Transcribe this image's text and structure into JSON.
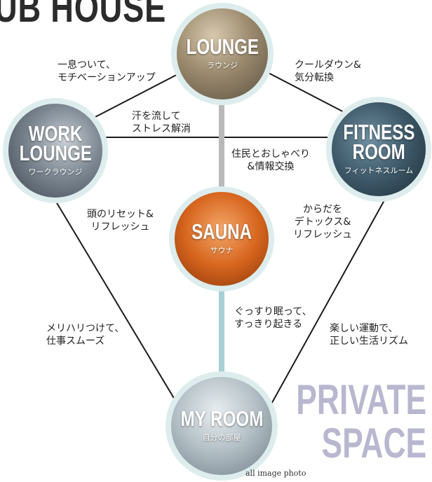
{
  "heading": "UB HOUSE",
  "private_space": [
    "PRIVATE",
    "SPACE"
  ],
  "nodes": {
    "lounge": {
      "title": [
        "LOUNGE"
      ],
      "sub": "ラウンジ"
    },
    "work": {
      "title": [
        "WORK",
        "LOUNGE"
      ],
      "sub": "ワークラウンジ"
    },
    "fitness": {
      "title": [
        "FITNESS",
        "ROOM"
      ],
      "sub": "フィットネスルーム"
    },
    "sauna": {
      "title": [
        "SAUNA"
      ],
      "sub": "サウナ"
    },
    "myroom": {
      "title": [
        "MY ROOM"
      ],
      "sub": "自分の部屋"
    }
  },
  "edge_labels": {
    "lounge_work": [
      "一息ついて、",
      "モチベーションアップ"
    ],
    "lounge_fitness": [
      "クールダウン&",
      "気分転換"
    ],
    "work_fitness": [
      "汗を流して",
      "ストレス解消"
    ],
    "lounge_sauna": [
      "住民とおしゃべり",
      "&情報交換"
    ],
    "work_sauna": [
      "頭のリセット&",
      "リフレッシュ"
    ],
    "fitness_sauna": [
      "からだを",
      "デトックス&",
      "リフレッシュ"
    ],
    "sauna_myroom": [
      "ぐっすり眠って、",
      "すっきり起きる"
    ],
    "work_myroom": [
      "メリハリつけて、",
      "仕事スムーズ"
    ],
    "fitness_myroom": [
      "楽しい運動で、",
      "正しい生活リズム"
    ]
  },
  "credit": "all image photo",
  "colors": {
    "line": "#1a1a1a",
    "center_line_top": "#b9b9b9",
    "center_line_bottom": "#a9cfd4",
    "circle_border": "#ddecec",
    "private_space": "#b9b7cf"
  }
}
